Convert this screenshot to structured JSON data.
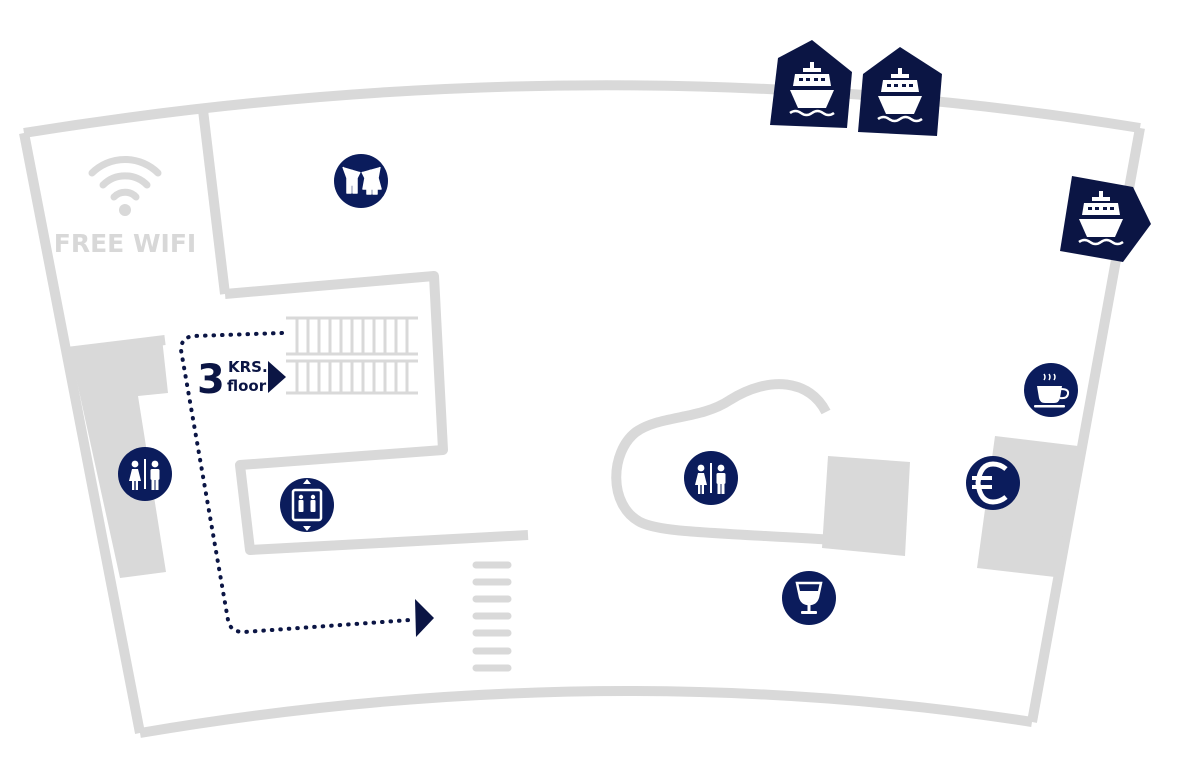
{
  "map": {
    "wifi_label": "FREE WIFI",
    "floor_indicator": {
      "number": "3",
      "native_label": "KRS.",
      "english_label": "floor"
    },
    "icons": [
      "wifi-icon",
      "kids-area-icon",
      "ship-gate-icon",
      "restroom-icon",
      "elevator-icon",
      "cafe-icon",
      "currency-exchange-icon",
      "bar-icon",
      "stairs-icon",
      "direction-arrow-icon"
    ],
    "colors": {
      "wall": "#d9d9d9",
      "icon_fill": "#0b1c5c",
      "ship_gate_fill": "#0b1544",
      "route": "#0b1544",
      "background": "#ffffff"
    }
  }
}
